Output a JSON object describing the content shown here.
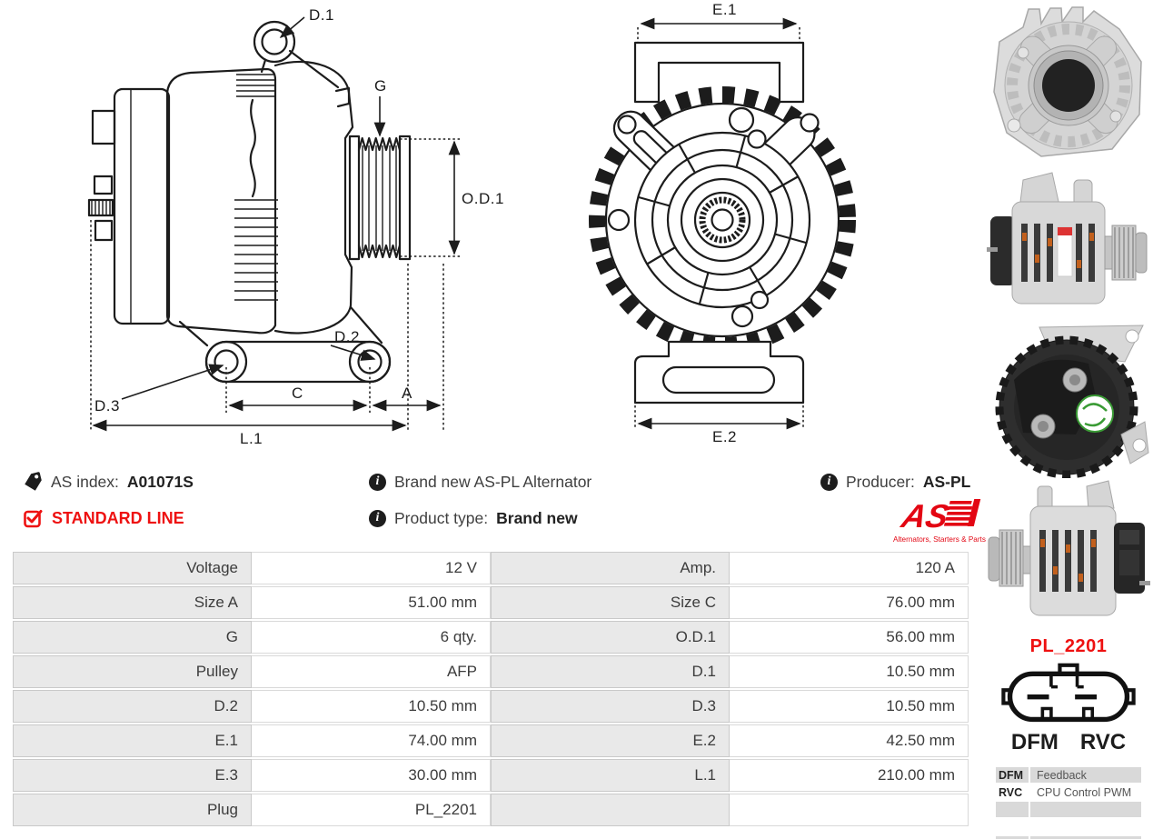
{
  "colors": {
    "accent_red": "#ee1111",
    "logo_red": "#e30613",
    "table_label_bg": "#e9e9e9",
    "legend_bg": "#d9d9d9",
    "drawing_line": "#1c1c1c"
  },
  "icons": {
    "info": "i",
    "tag": "tag-icon",
    "checkbox": "checked-checkbox-icon"
  },
  "header": {
    "as_index_label": "AS index:",
    "as_index_value": "A01071S",
    "standard_line": "STANDARD LINE",
    "brand_line": "Brand new AS-PL Alternator",
    "product_type_label": "Product type:",
    "product_type_value": "Brand new",
    "producer_label": "Producer:",
    "producer_value": "AS-PL"
  },
  "logo": {
    "monogram": "AS",
    "tagline": "Alternators, Starters & Parts"
  },
  "drawing_labels": {
    "side": {
      "d1": "D.1",
      "g": "G",
      "od1": "O.D.1",
      "d2": "D.2",
      "d3": "D.3",
      "c": "C",
      "a": "A",
      "l1": "L.1"
    },
    "front": {
      "e1": "E.1",
      "e2": "E.2"
    }
  },
  "specs": {
    "rows": [
      [
        "Voltage",
        "12 V",
        "Amp.",
        "120 A"
      ],
      [
        "Size A",
        "51.00 mm",
        "Size C",
        "76.00 mm"
      ],
      [
        "G",
        "6 qty.",
        "O.D.1",
        "56.00 mm"
      ],
      [
        "Pulley",
        "AFP",
        "D.1",
        "10.50 mm"
      ],
      [
        "D.2",
        "10.50 mm",
        "D.3",
        "10.50 mm"
      ],
      [
        "E.1",
        "74.00 mm",
        "E.2",
        "42.50 mm"
      ],
      [
        "E.3",
        "30.00 mm",
        "L.1",
        "210.00 mm"
      ],
      [
        "Plug",
        "PL_2201",
        "",
        ""
      ]
    ]
  },
  "plug": {
    "name": "PL_2201",
    "pin1": "DFM",
    "pin2": "RVC",
    "legend": [
      {
        "key": "DFM",
        "desc": "Feedback"
      },
      {
        "key": "RVC",
        "desc": "CPU Control PWM"
      }
    ]
  }
}
